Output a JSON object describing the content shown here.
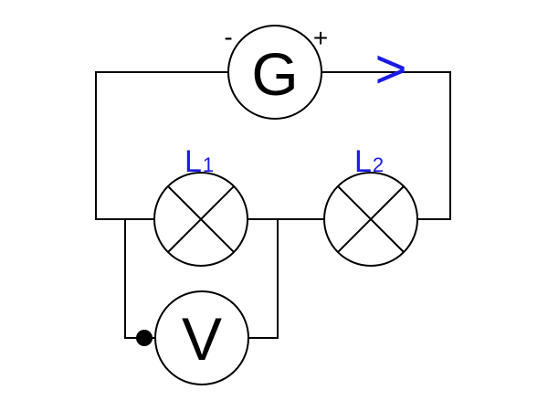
{
  "generator": {
    "symbol": "G",
    "minus_sign": "-",
    "plus_sign": "+"
  },
  "voltmeter": {
    "symbol": "V"
  },
  "lamp1": {
    "label_main": "L",
    "label_sub": "1"
  },
  "lamp2": {
    "label_main": "L",
    "label_sub": "2"
  },
  "current_direction": {
    "glyph": ">"
  },
  "colors": {
    "label_blue": "#1a1ae6",
    "wire": "#000000"
  },
  "icons": {
    "generator": "circle-letter-icon",
    "lamp": "circle-cross-lamp-icon",
    "voltmeter": "circle-letter-icon",
    "arrow": "chevron-right-icon",
    "junction": "filled-dot-icon"
  }
}
